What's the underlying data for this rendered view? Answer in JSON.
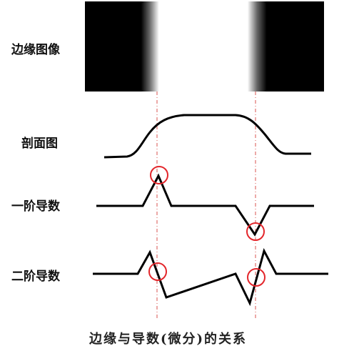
{
  "labels": {
    "edge_image": "边缘图像",
    "profile": "剖面图",
    "first_derivative": "一阶导数",
    "second_derivative": "二阶导数"
  },
  "caption": "边缘与导数(微分)的关系",
  "colors": {
    "curve": "#000000",
    "marker_circle": "#e3262b",
    "guide_line": "#d9534f",
    "image_dark": "#000000",
    "image_light": "#ffffff"
  }
}
